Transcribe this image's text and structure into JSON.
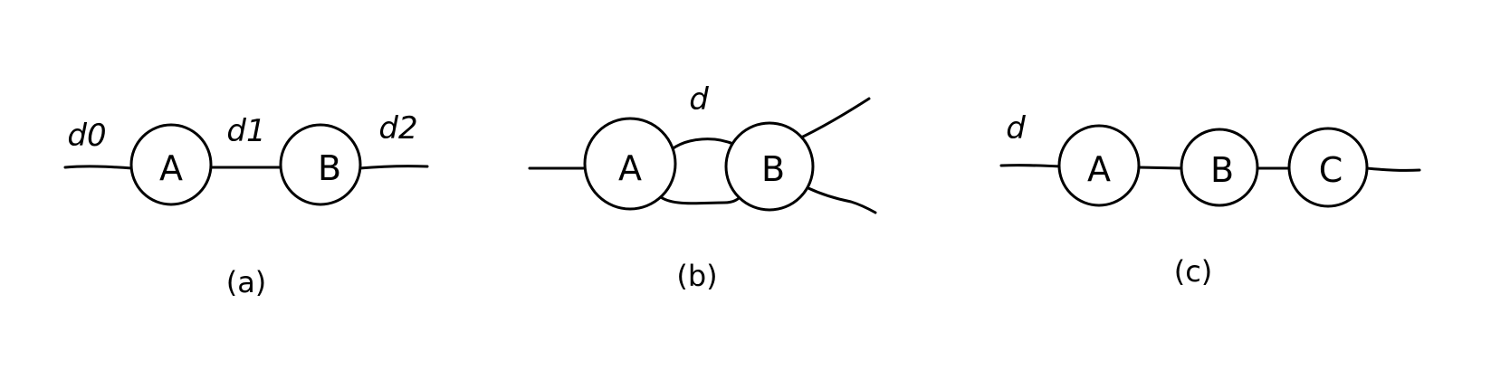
{
  "panels": {
    "a": {
      "caption": "(a)",
      "nodes": {
        "left": "A",
        "right": "B"
      },
      "edges": {
        "left": "d0",
        "middle": "d1",
        "right": "d2"
      }
    },
    "b": {
      "caption": "(b)",
      "nodes": {
        "left": "A",
        "right": "B"
      },
      "edges": {
        "top": "d"
      }
    },
    "c": {
      "caption": "(c)",
      "nodes": {
        "left": "A",
        "middle": "B",
        "right": "C"
      },
      "edges": {
        "left": "d"
      }
    }
  },
  "colors": {
    "ink": "#000000",
    "paper": "#ffffff"
  }
}
